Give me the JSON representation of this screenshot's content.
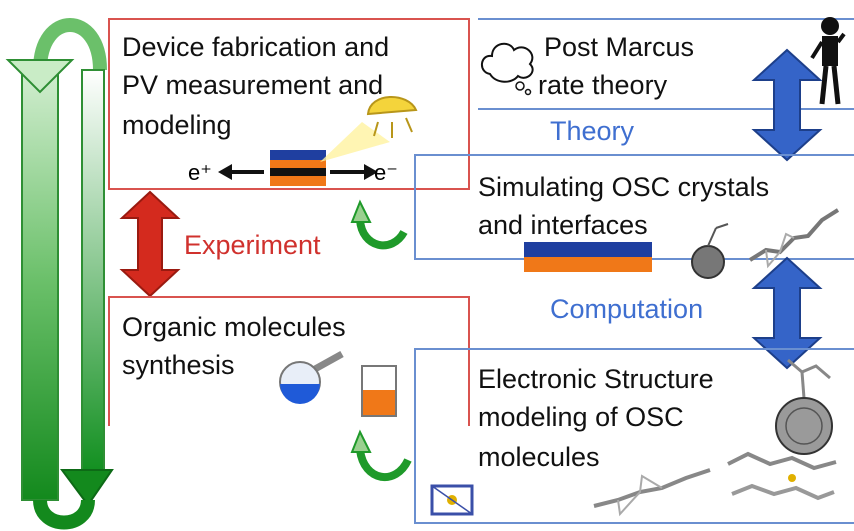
{
  "boxes": {
    "device": {
      "lines": [
        "Device fabrication and",
        "PV measurement and",
        "modeling"
      ]
    },
    "post_marcus": {
      "lines": [
        "Post Marcus",
        "rate theory"
      ]
    },
    "simulating": {
      "lines": [
        "Simulating OSC crystals",
        "and interfaces"
      ]
    },
    "synthesis": {
      "lines": [
        "Organic molecules",
        "synthesis"
      ]
    },
    "electronic": {
      "lines": [
        "Electronic Structure",
        "modeling of OSC",
        "molecules"
      ]
    }
  },
  "labels": {
    "theory": "Theory",
    "experiment": "Experiment",
    "computation": "Computation",
    "electron_left": "e⁺",
    "electron_right": "e⁻"
  },
  "colors": {
    "red_box": "#d9534f",
    "blue_box": "#6a8fd0",
    "red_arrow": "#d42a1e",
    "blue_arrow": "#3564c8",
    "green_arrow": "#1f9a2a",
    "experiment_text": "#d0312d",
    "theory_text": "#3f6fd0",
    "layer_blue": "#1f3fa0",
    "layer_orange": "#f07818"
  }
}
